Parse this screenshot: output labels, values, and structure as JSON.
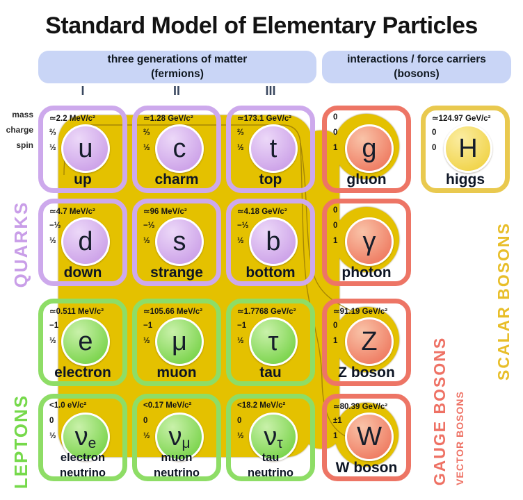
{
  "title": "Standard Model of Elementary Particles",
  "headers": {
    "fermions": {
      "line1": "three generations of matter",
      "line2": "(fermions)"
    },
    "bosons": {
      "line1": "interactions / force carriers",
      "line2": "(bosons)"
    }
  },
  "generations": [
    "I",
    "II",
    "III"
  ],
  "property_labels": {
    "mass": "mass",
    "charge": "charge",
    "spin": "spin"
  },
  "group_labels": {
    "quarks": "QUARKS",
    "leptons": "LEPTONS",
    "gauge_bosons": "GAUGE BOSONS",
    "vector_bosons": "VECTOR BOSONS",
    "scalar_bosons": "SCALAR BOSONS"
  },
  "particles": [
    {
      "id": "up",
      "symbol": "u",
      "symbol_sub": "",
      "name": "up",
      "mass": "≃2.2 MeV/c²",
      "charge": "⅔",
      "spin": "½",
      "category": "quark",
      "col": 0,
      "row": 0
    },
    {
      "id": "charm",
      "symbol": "c",
      "symbol_sub": "",
      "name": "charm",
      "mass": "≃1.28 GeV/c²",
      "charge": "⅔",
      "spin": "½",
      "category": "quark",
      "col": 1,
      "row": 0
    },
    {
      "id": "top",
      "symbol": "t",
      "symbol_sub": "",
      "name": "top",
      "mass": "≃173.1 GeV/c²",
      "charge": "⅔",
      "spin": "½",
      "category": "quark",
      "col": 2,
      "row": 0
    },
    {
      "id": "down",
      "symbol": "d",
      "symbol_sub": "",
      "name": "down",
      "mass": "≃4.7 MeV/c²",
      "charge": "−⅓",
      "spin": "½",
      "category": "quark",
      "col": 0,
      "row": 1
    },
    {
      "id": "strange",
      "symbol": "s",
      "symbol_sub": "",
      "name": "strange",
      "mass": "≃96 MeV/c²",
      "charge": "−⅓",
      "spin": "½",
      "category": "quark",
      "col": 1,
      "row": 1
    },
    {
      "id": "bottom",
      "symbol": "b",
      "symbol_sub": "",
      "name": "bottom",
      "mass": "≃4.18 GeV/c²",
      "charge": "−⅓",
      "spin": "½",
      "category": "quark",
      "col": 2,
      "row": 1
    },
    {
      "id": "electron",
      "symbol": "e",
      "symbol_sub": "",
      "name": "electron",
      "mass": "≃0.511 MeV/c²",
      "charge": "−1",
      "spin": "½",
      "category": "lepton",
      "col": 0,
      "row": 2
    },
    {
      "id": "muon",
      "symbol": "μ",
      "symbol_sub": "",
      "name": "muon",
      "mass": "≃105.66 MeV/c²",
      "charge": "−1",
      "spin": "½",
      "category": "lepton",
      "col": 1,
      "row": 2
    },
    {
      "id": "tau",
      "symbol": "τ",
      "symbol_sub": "",
      "name": "tau",
      "mass": "≃1.7768 GeV/c²",
      "charge": "−1",
      "spin": "½",
      "category": "lepton",
      "col": 2,
      "row": 2
    },
    {
      "id": "electron-neutrino",
      "symbol": "ν",
      "symbol_sub": "e",
      "name": "electron neutrino",
      "mass": "<1.0 eV/c²",
      "charge": "0",
      "spin": "½",
      "category": "lepton",
      "col": 0,
      "row": 3
    },
    {
      "id": "muon-neutrino",
      "symbol": "ν",
      "symbol_sub": "μ",
      "name": "muon neutrino",
      "mass": "<0.17 MeV/c²",
      "charge": "0",
      "spin": "½",
      "category": "lepton",
      "col": 1,
      "row": 3
    },
    {
      "id": "tau-neutrino",
      "symbol": "ν",
      "symbol_sub": "τ",
      "name": "tau neutrino",
      "mass": "<18.2 MeV/c²",
      "charge": "0",
      "spin": "½",
      "category": "lepton",
      "col": 2,
      "row": 3
    },
    {
      "id": "gluon",
      "symbol": "g",
      "symbol_sub": "",
      "name": "gluon",
      "mass": "0",
      "charge": "0",
      "spin": "1",
      "category": "gauge",
      "col": 3,
      "row": 0
    },
    {
      "id": "photon",
      "symbol": "γ",
      "symbol_sub": "",
      "name": "photon",
      "mass": "0",
      "charge": "0",
      "spin": "1",
      "category": "gauge",
      "col": 3,
      "row": 1
    },
    {
      "id": "z-boson",
      "symbol": "Z",
      "symbol_sub": "",
      "name": "Z boson",
      "mass": "≃91.19 GeV/c²",
      "charge": "0",
      "spin": "1",
      "category": "gauge",
      "col": 3,
      "row": 2
    },
    {
      "id": "w-boson",
      "symbol": "W",
      "symbol_sub": "",
      "name": "W boson",
      "mass": "≃80.39 GeV/c²",
      "charge": "±1",
      "spin": "1",
      "category": "gauge",
      "col": 3,
      "row": 3
    },
    {
      "id": "higgs",
      "symbol": "H",
      "symbol_sub": "",
      "name": "higgs",
      "mass": "≃124.97 GeV/c²",
      "charge": "0",
      "spin": "0",
      "category": "higgs",
      "col": 4,
      "row": 0
    }
  ],
  "colors": {
    "background": "#ffffff",
    "field_blob": "#e4c102",
    "quark_accent": "#cda9ec",
    "lepton_accent": "#8edd66",
    "gauge_accent": "#ed7565",
    "higgs_accent": "#e9c94f",
    "header_pill": "#c9d5f6"
  }
}
